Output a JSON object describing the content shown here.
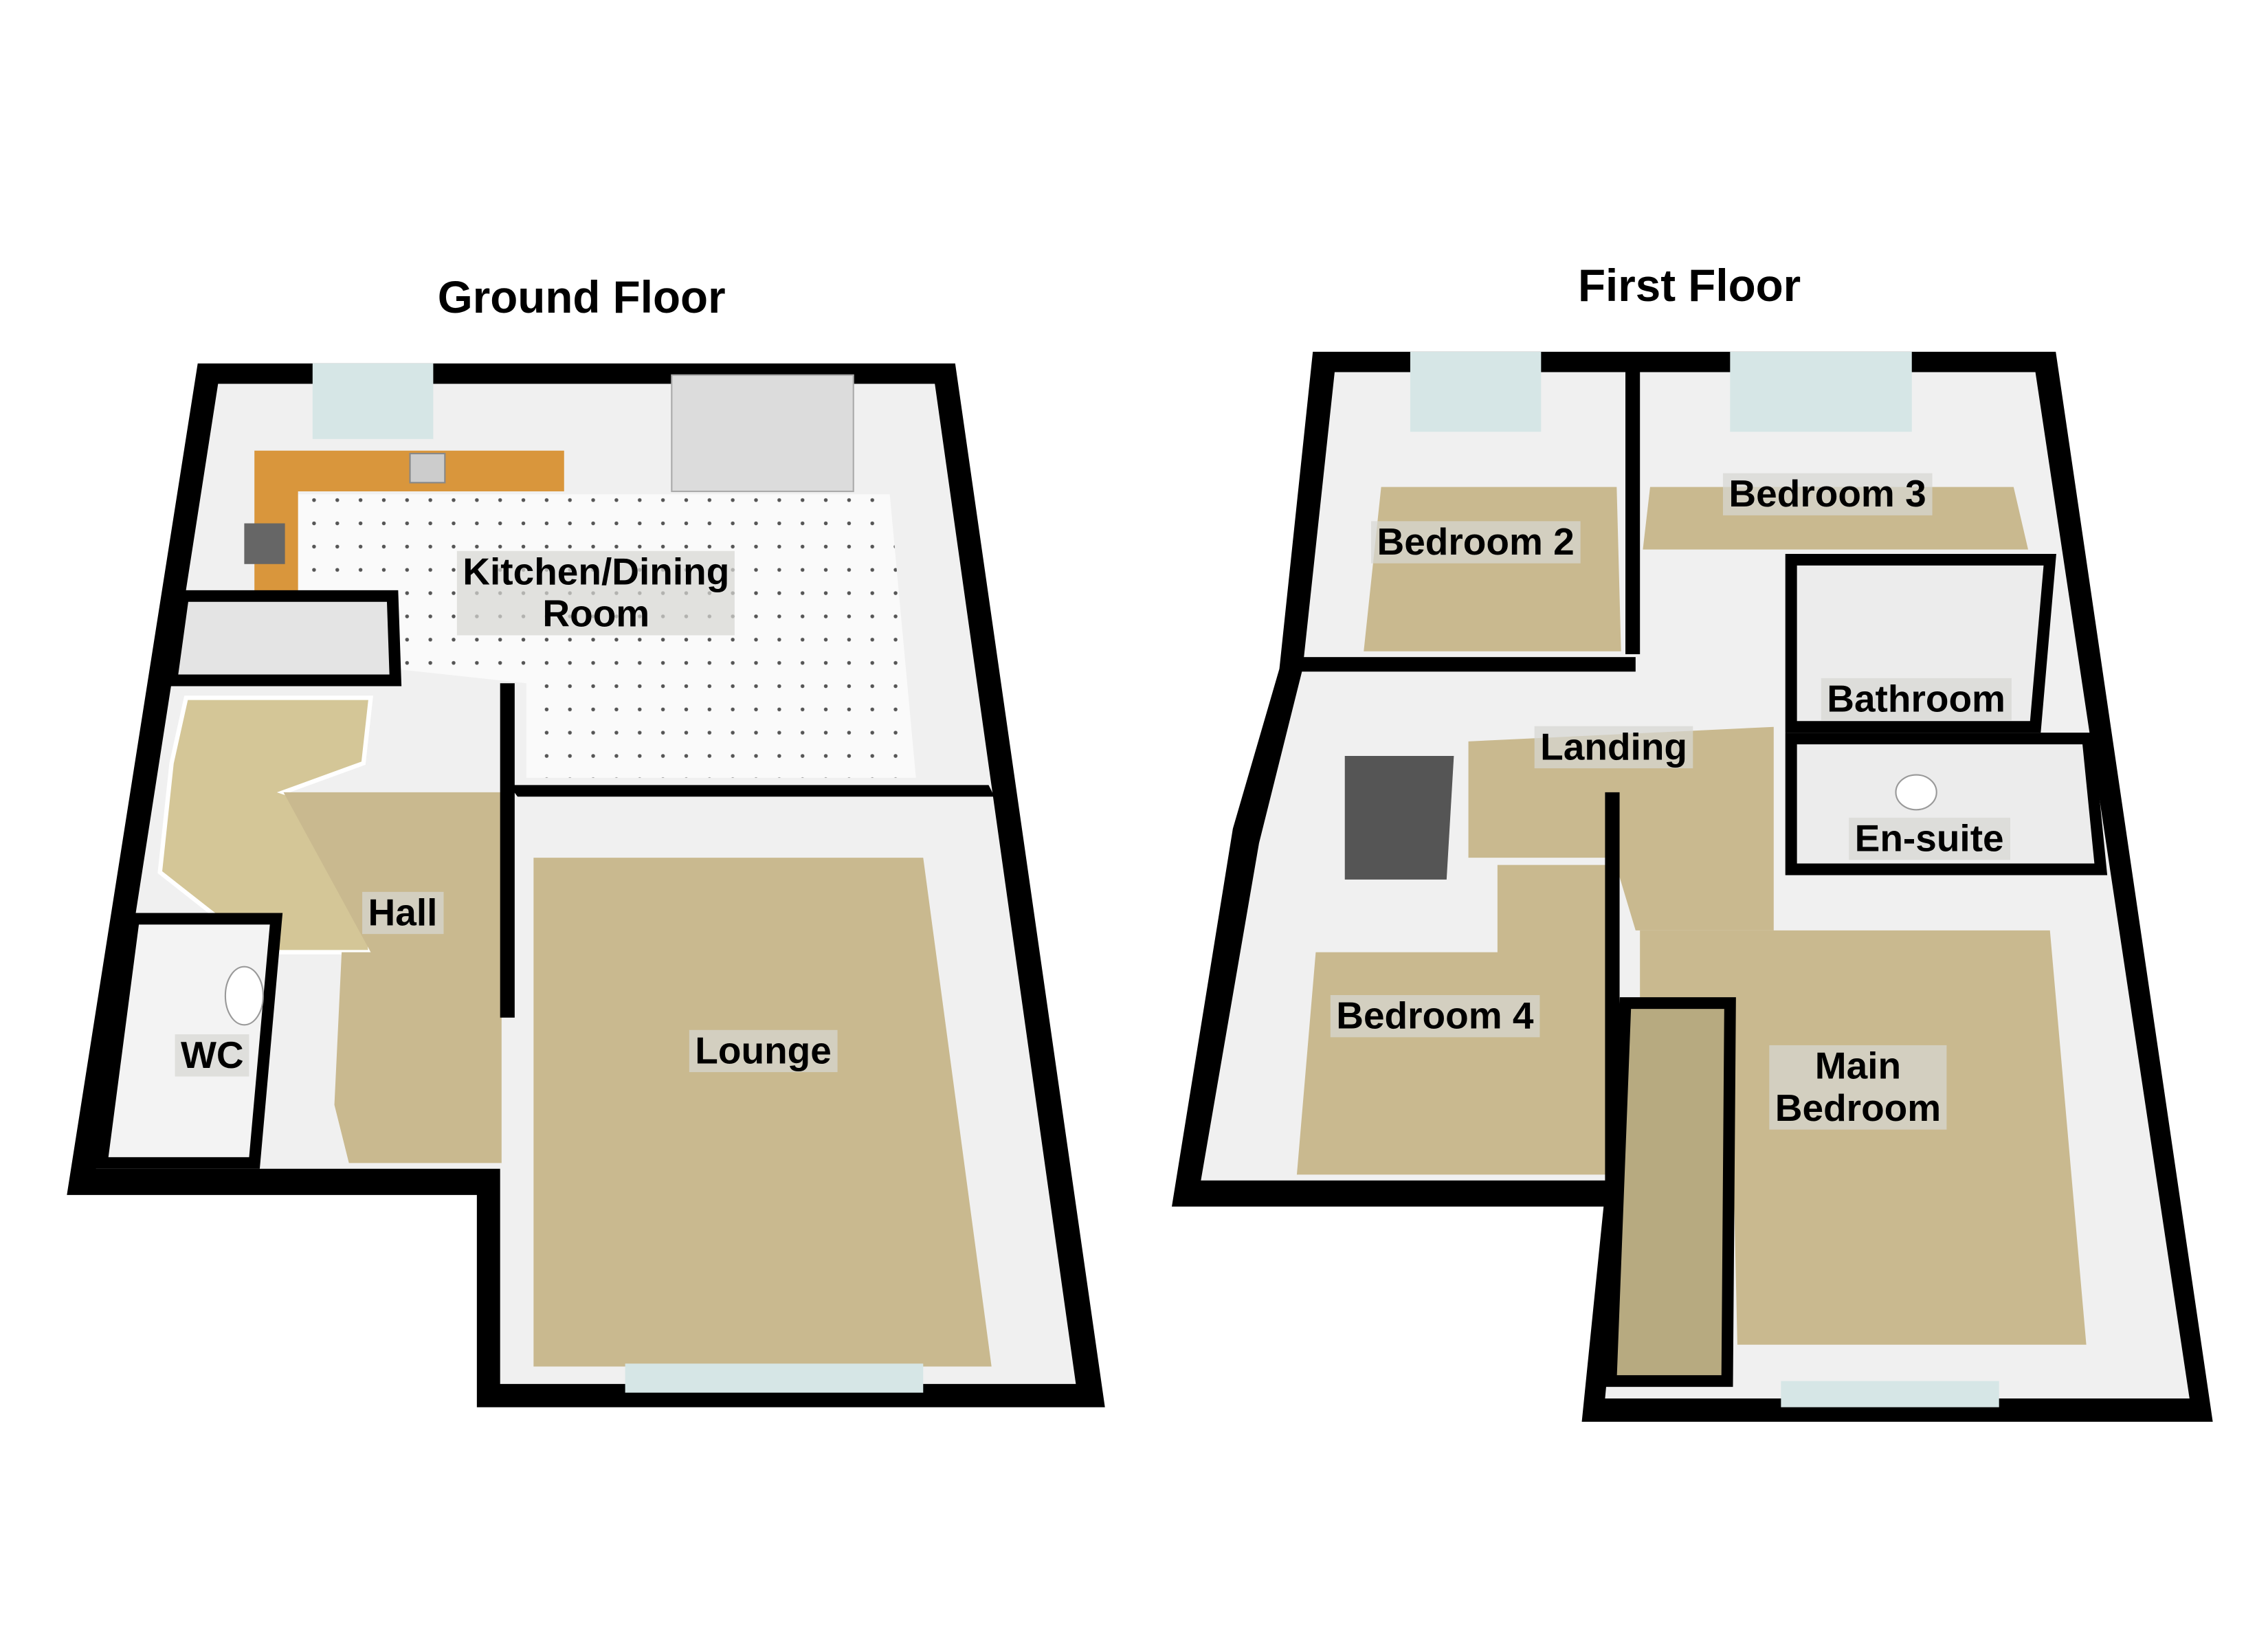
{
  "floors": [
    {
      "title": "Ground Floor",
      "rooms": {
        "kitchen": "Kitchen/Dining\nRoom",
        "kitchen_l1": "Kitchen/Dining",
        "kitchen_l2": "Room",
        "hall": "Hall",
        "wc": "WC",
        "lounge": "Lounge"
      }
    },
    {
      "title": "First Floor",
      "rooms": {
        "bedroom2": "Bedroom 2",
        "bedroom3": "Bedroom 3",
        "bathroom": "Bathroom",
        "landing": "Landing",
        "ensuite": "En-suite",
        "bedroom4": "Bedroom 4",
        "main_l1": "Main",
        "main_l2": "Bedroom"
      }
    }
  ],
  "colors": {
    "wall": "#000000",
    "carpet": "#c9b98f",
    "inner_wall": "#f2f2f2",
    "window": "#cfe3e3",
    "kitchen_unit": "#d9963c"
  }
}
